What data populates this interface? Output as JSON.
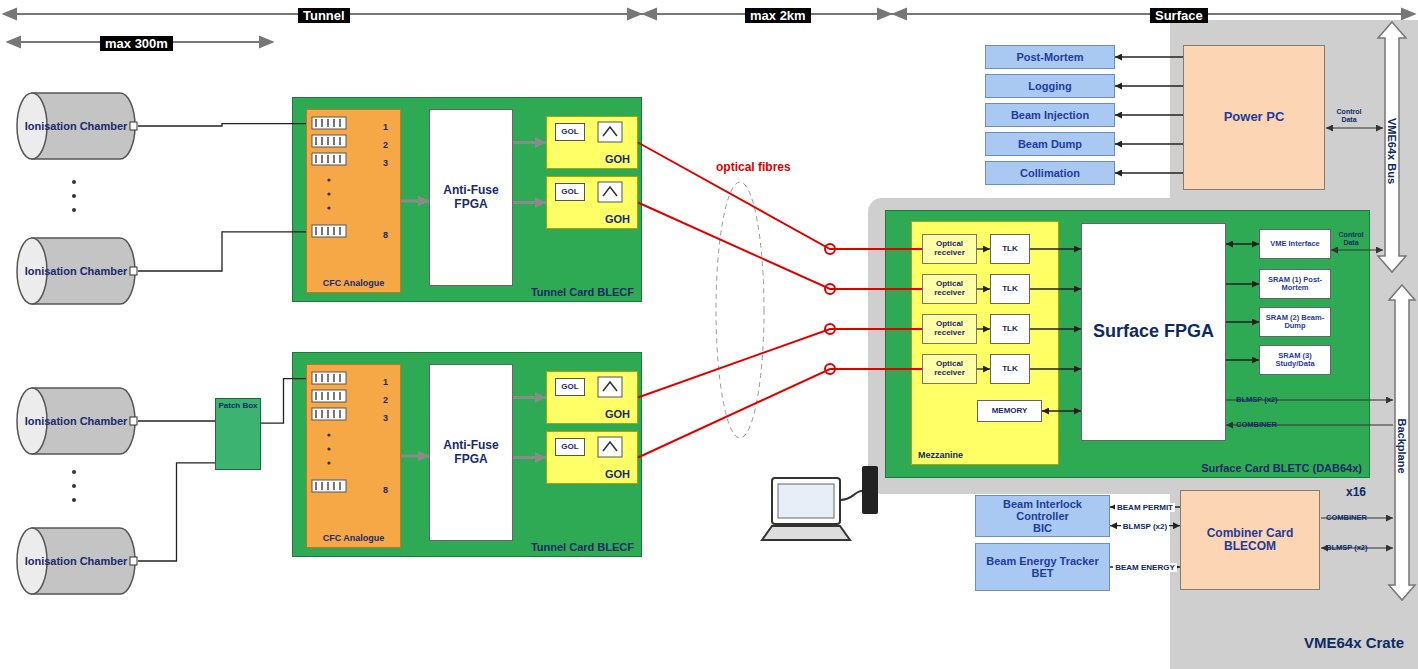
{
  "diagram": {
    "nodes": [
      {
        "text": [
          "Ionisation Chamber"
        ]
      },
      {
        "text": [
          "Ionisation Chamber"
        ]
      },
      {
        "text": [
          "Ionisation Chamber"
        ]
      },
      {
        "text": [
          "Ionisation Chamber"
        ]
      },
      {
        "text": [
          "Patch Box"
        ]
      },
      {
        "text": [
          "Tunnel Card BLECF"
        ]
      },
      {
        "text": [
          "CFC Analogue"
        ],
        "in": 5
      },
      {
        "text": [
          "Anti-Fuse FPGA"
        ],
        "in": 5
      },
      {
        "text": [
          "GOH"
        ],
        "in": 5
      },
      {
        "text": [
          "GOL"
        ],
        "in": 8
      },
      {
        "text": [
          "GOH"
        ],
        "in": 5
      },
      {
        "text": [
          "GOL"
        ],
        "in": 10
      },
      {
        "text": [
          "Tunnel Card BLECF"
        ]
      },
      {
        "text": [
          "CFC Analogue"
        ],
        "in": 12
      },
      {
        "text": [
          "Anti-Fuse FPGA"
        ],
        "in": 12
      },
      {
        "text": [
          "GOH"
        ],
        "in": 12
      },
      {
        "text": [
          "GOL"
        ],
        "in": 15
      },
      {
        "text": [
          "GOH"
        ],
        "in": 12
      },
      {
        "text": [
          "GOL"
        ],
        "in": 17
      },
      {
        "text": [
          "VME64x Crate"
        ]
      },
      {
        "text": [
          "Power PC"
        ],
        "in": 19
      },
      {
        "text": [
          "Combiner Card BLECOM"
        ],
        "in": 19
      },
      {
        "text": [
          "Post-Mortem"
        ]
      },
      {
        "text": [
          "Logging"
        ]
      },
      {
        "text": [
          "Beam Injection"
        ]
      },
      {
        "text": [
          "Beam Dump"
        ]
      },
      {
        "text": [
          "Collimation"
        ]
      },
      {
        "text": [
          "Surface Card BLETC (DAB64x)"
        ]
      },
      {
        "text": [
          "Mezzanine"
        ],
        "in": 27
      },
      {
        "text": [
          "Optical receiver"
        ],
        "in": 28
      },
      {
        "text": [
          "Optical receiver"
        ],
        "in": 28
      },
      {
        "text": [
          "Optical receiver"
        ],
        "in": 28
      },
      {
        "text": [
          "Optical receiver"
        ],
        "in": 28
      },
      {
        "text": [
          "TLK"
        ],
        "in": 28
      },
      {
        "text": [
          "TLK"
        ],
        "in": 28
      },
      {
        "text": [
          "TLK"
        ],
        "in": 28
      },
      {
        "text": [
          "TLK"
        ],
        "in": 28
      },
      {
        "text": [
          "MEMORY"
        ],
        "in": 28
      },
      {
        "text": [
          "Surface FPGA"
        ],
        "in": 27
      },
      {
        "text": [
          "VME Interface"
        ],
        "in": 27
      },
      {
        "text": [
          "SRAM (1) Post-Mortem"
        ],
        "in": 27
      },
      {
        "text": [
          "SRAM (2) Beam-Dump"
        ],
        "in": 27
      },
      {
        "text": [
          "SRAM (3) Study/Data"
        ],
        "in": 27
      },
      {
        "text": [
          "Beam Interlock Controller",
          "BIC"
        ]
      },
      {
        "text": [
          "Beam Energy Tracker",
          "BET"
        ]
      }
    ],
    "edges": [
      {
        "from": 0,
        "to": 6,
        "arrow": "none"
      },
      {
        "from": 1,
        "to": 6,
        "arrow": "none"
      },
      {
        "from": 2,
        "to": 4,
        "arrow": "none"
      },
      {
        "from": 3,
        "to": 4,
        "arrow": "none"
      },
      {
        "from": 4,
        "to": 13,
        "arrow": "none"
      },
      {
        "from": 6,
        "to": 7,
        "arrow": "to"
      },
      {
        "from": 7,
        "to": 8,
        "arrow": "to"
      },
      {
        "from": 7,
        "to": 10,
        "arrow": "to"
      },
      {
        "from": 13,
        "to": 14,
        "arrow": "to"
      },
      {
        "from": 14,
        "to": 15,
        "arrow": "to"
      },
      {
        "from": 14,
        "to": 17,
        "arrow": "to"
      },
      {
        "from": 8,
        "to": 29,
        "arrow": "none"
      },
      {
        "from": 10,
        "to": 30,
        "arrow": "none"
      },
      {
        "from": 15,
        "to": 31,
        "arrow": "none"
      },
      {
        "from": 17,
        "to": 32,
        "arrow": "none"
      },
      {
        "from": 29,
        "to": 33,
        "arrow": "to"
      },
      {
        "from": 30,
        "to": 34,
        "arrow": "to"
      },
      {
        "from": 31,
        "to": 35,
        "arrow": "to"
      },
      {
        "from": 32,
        "to": 36,
        "arrow": "to"
      },
      {
        "from": 33,
        "to": 38,
        "arrow": "to"
      },
      {
        "from": 34,
        "to": 38,
        "arrow": "to"
      },
      {
        "from": 35,
        "to": 38,
        "arrow": "to"
      },
      {
        "from": 36,
        "to": 38,
        "arrow": "to"
      },
      {
        "from": 37,
        "to": 38,
        "arrow": "both"
      },
      {
        "from": 38,
        "to": 39,
        "arrow": "both"
      },
      {
        "from": 38,
        "to": 40,
        "arrow": "to"
      },
      {
        "from": 38,
        "to": 41,
        "arrow": "to"
      },
      {
        "from": 38,
        "to": 42,
        "arrow": "to"
      },
      {
        "from": 20,
        "to": 22,
        "arrow": "to"
      },
      {
        "from": 20,
        "to": 23,
        "arrow": "to"
      },
      {
        "from": 20,
        "to": 24,
        "arrow": "to"
      },
      {
        "from": 20,
        "to": 25,
        "arrow": "to"
      },
      {
        "from": 20,
        "to": 26,
        "arrow": "to"
      },
      {
        "from": 21,
        "to": 43,
        "label": "BEAM PERMIT",
        "arrow": "to"
      },
      {
        "from": 43,
        "to": 21,
        "label": "BLMSP (x2)",
        "arrow": "both"
      },
      {
        "from": 44,
        "to": 21,
        "label": "BEAM ENERGY",
        "arrow": "to"
      }
    ],
    "labels": [
      "Tunnel",
      "max 2km",
      "Surface",
      "max 300m",
      "1",
      "2",
      "3",
      "8",
      "1",
      "2",
      "3",
      "8",
      "optical fibres",
      "VME64x Bus",
      "Backplane",
      "x16",
      "BLMSP (x2)",
      "COMBINER",
      "COMBINER",
      "BLMSP (x2)",
      "Control Data",
      "Control Data"
    ]
  }
}
